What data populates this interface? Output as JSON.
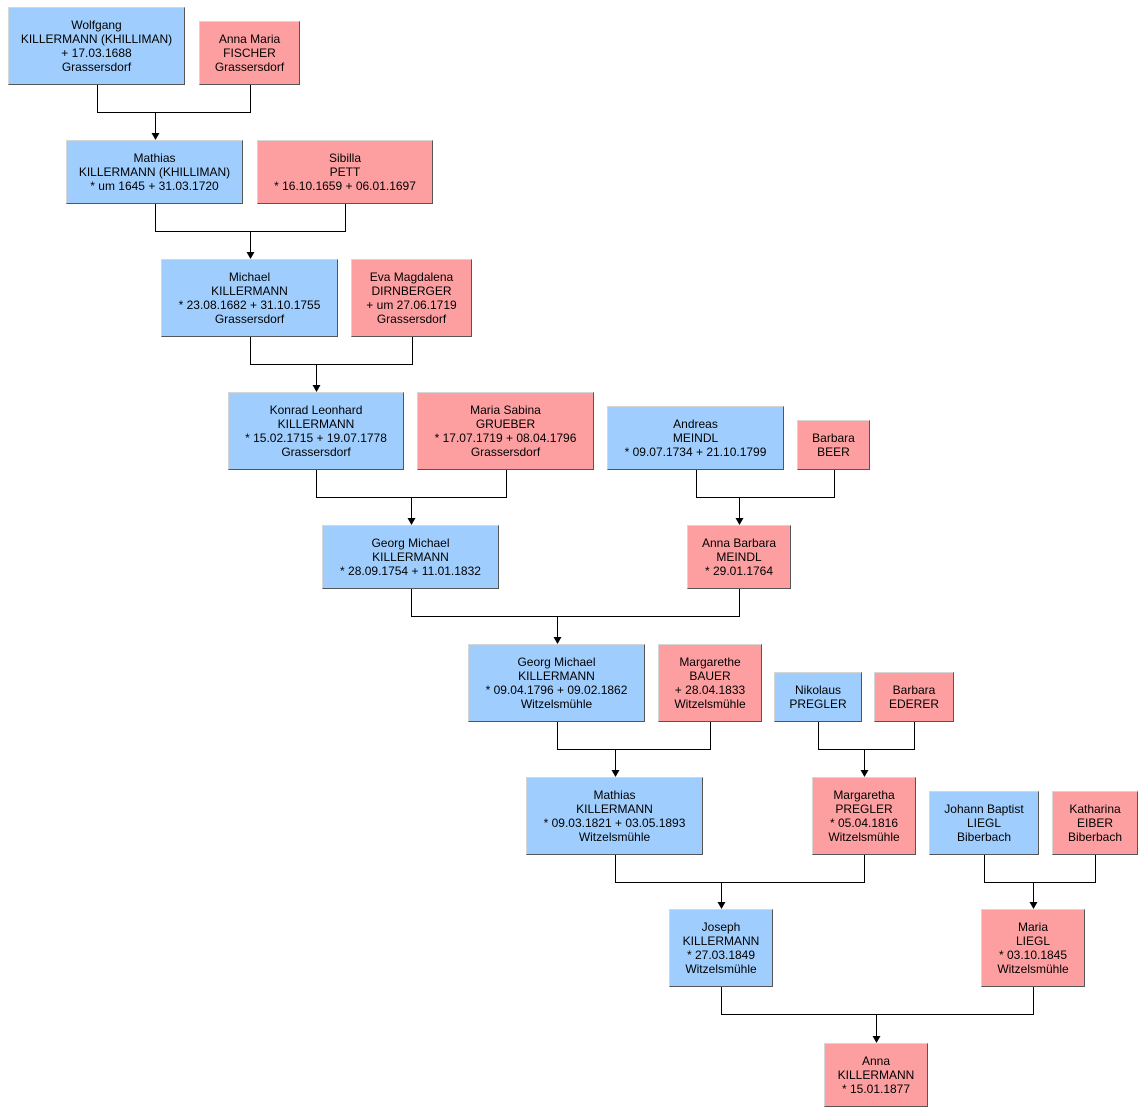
{
  "colors": {
    "male": "#9fcdfd",
    "female": "#fd9fa1",
    "line": "#000000"
  },
  "persons": [
    {
      "id": "wolfgang-killermann",
      "sex": "m",
      "lines": [
        "Wolfgang",
        "KILLERMANN (KHILLIMAN)",
        "+ 17.03.1688",
        "Grassersdorf"
      ]
    },
    {
      "id": "anna-maria-fischer",
      "sex": "f",
      "lines": [
        "Anna Maria",
        "FISCHER",
        "Grassersdorf"
      ]
    },
    {
      "id": "mathias-killermann-1645",
      "sex": "m",
      "lines": [
        "Mathias",
        "KILLERMANN (KHILLIMAN)",
        "* um 1645  + 31.03.1720"
      ]
    },
    {
      "id": "sibilla-pett",
      "sex": "f",
      "lines": [
        "Sibilla",
        "PETT",
        "* 16.10.1659  + 06.01.1697"
      ]
    },
    {
      "id": "michael-killermann",
      "sex": "m",
      "lines": [
        "Michael",
        "KILLERMANN",
        "* 23.08.1682  + 31.10.1755",
        "Grassersdorf"
      ]
    },
    {
      "id": "eva-magdalena-dirnberger",
      "sex": "f",
      "lines": [
        "Eva Magdalena",
        "DIRNBERGER",
        "+ um 27.06.1719",
        "Grassersdorf"
      ]
    },
    {
      "id": "konrad-leonhard-killermann",
      "sex": "m",
      "lines": [
        "Konrad Leonhard",
        "KILLERMANN",
        "* 15.02.1715  + 19.07.1778",
        "Grassersdorf"
      ]
    },
    {
      "id": "maria-sabina-grueber",
      "sex": "f",
      "lines": [
        "Maria Sabina",
        "GRUEBER",
        "* 17.07.1719  + 08.04.1796",
        "Grassersdorf"
      ]
    },
    {
      "id": "andreas-meindl",
      "sex": "m",
      "lines": [
        "Andreas",
        "MEINDL",
        "* 09.07.1734  + 21.10.1799"
      ]
    },
    {
      "id": "barbara-beer",
      "sex": "f",
      "lines": [
        "Barbara",
        "BEER"
      ]
    },
    {
      "id": "georg-michael-killermann-1754",
      "sex": "m",
      "lines": [
        "Georg Michael",
        "KILLERMANN",
        "* 28.09.1754  + 11.01.1832"
      ]
    },
    {
      "id": "anna-barbara-meindl",
      "sex": "f",
      "lines": [
        "Anna Barbara",
        "MEINDL",
        "* 29.01.1764"
      ]
    },
    {
      "id": "georg-michael-killermann-1796",
      "sex": "m",
      "lines": [
        "Georg Michael",
        "KILLERMANN",
        "* 09.04.1796  + 09.02.1862",
        "Witzelsmühle"
      ]
    },
    {
      "id": "margarethe-bauer",
      "sex": "f",
      "lines": [
        "Margarethe",
        "BAUER",
        "+ 28.04.1833",
        "Witzelsmühle"
      ]
    },
    {
      "id": "nikolaus-pregler",
      "sex": "m",
      "lines": [
        "Nikolaus",
        "PREGLER"
      ]
    },
    {
      "id": "barbara-ederer",
      "sex": "f",
      "lines": [
        "Barbara",
        "EDERER"
      ]
    },
    {
      "id": "mathias-killermann-1821",
      "sex": "m",
      "lines": [
        "Mathias",
        "KILLERMANN",
        "* 09.03.1821  + 03.05.1893",
        "Witzelsmühle"
      ]
    },
    {
      "id": "margaretha-pregler",
      "sex": "f",
      "lines": [
        "Margaretha",
        "PREGLER",
        "* 05.04.1816",
        "Witzelsmühle"
      ]
    },
    {
      "id": "johann-baptist-liegl",
      "sex": "m",
      "lines": [
        "Johann Baptist",
        "LIEGL",
        "Biberbach"
      ]
    },
    {
      "id": "katharina-eiber",
      "sex": "f",
      "lines": [
        "Katharina",
        "EIBER",
        "Biberbach"
      ]
    },
    {
      "id": "joseph-killermann",
      "sex": "m",
      "lines": [
        "Joseph",
        "KILLERMANN",
        "* 27.03.1849",
        "Witzelsmühle"
      ]
    },
    {
      "id": "maria-liegl",
      "sex": "f",
      "lines": [
        "Maria",
        "LIEGL",
        "* 03.10.1845",
        "Witzelsmühle"
      ]
    },
    {
      "id": "anna-killermann",
      "sex": "f",
      "lines": [
        "Anna",
        "KILLERMANN",
        "* 15.01.1877"
      ]
    }
  ]
}
